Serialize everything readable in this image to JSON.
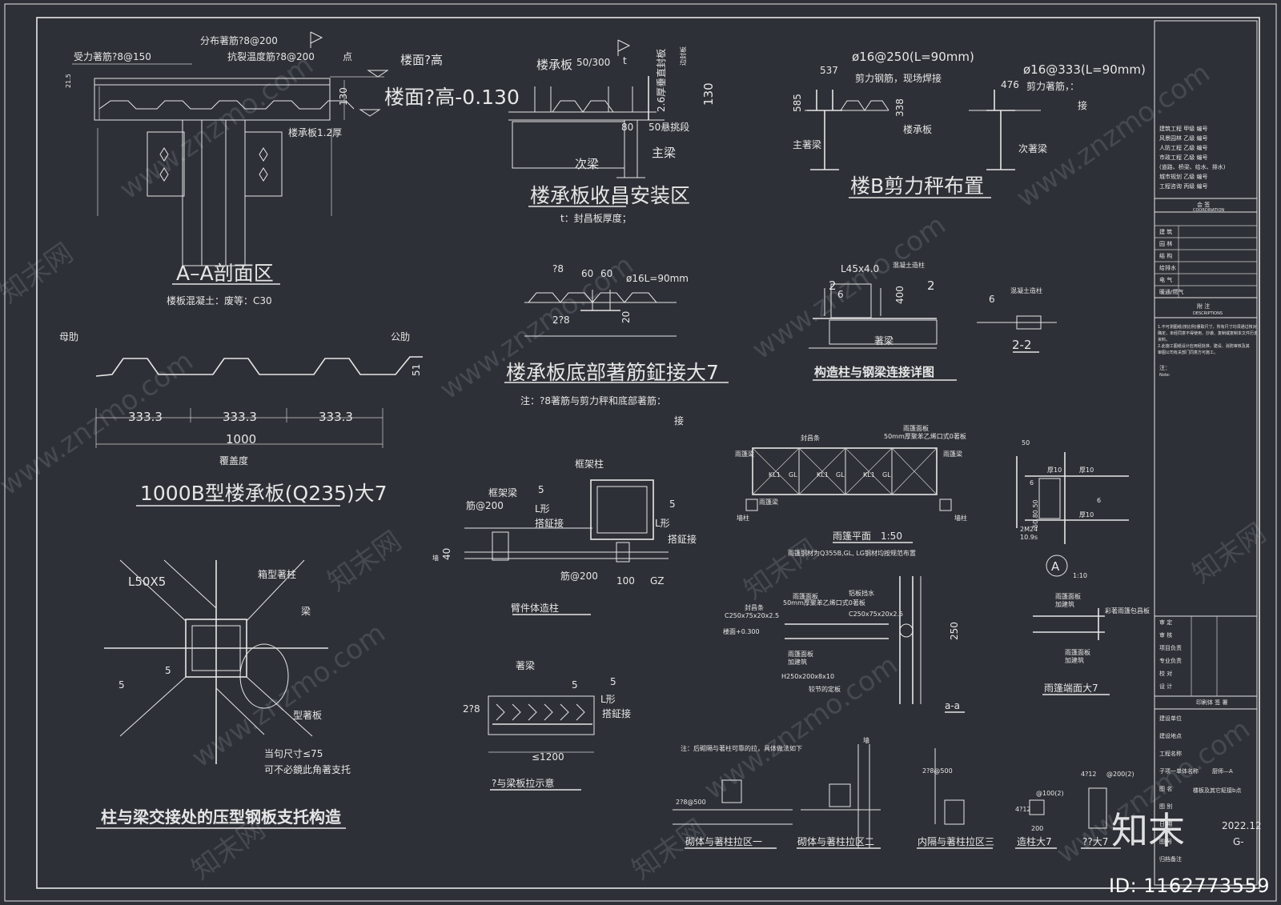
{
  "watermark": {
    "site": "www.znzmo.com",
    "brand": "知末网",
    "logo_text": "知末",
    "id_label": "ID: 1162773559"
  },
  "sec_aa": {
    "title": "A–A剖面区",
    "note": "楼板混凝土：废等：C30",
    "labels": [
      "受力著筋?8@150",
      "分布著筋?8@200",
      "抗裂温度筋?8@200",
      "点",
      "楼面?高",
      "楼面?高-0.130",
      "楼承板1.2厚",
      "130",
      "21.5"
    ]
  },
  "sec_edge": {
    "title": "楼承板收昌安装区",
    "note": "t：封昌板厚度；",
    "labels": [
      "楼承板",
      "50/300",
      "t",
      "2.6厚垂直封板",
      "130",
      "80",
      "50悬挑段",
      "次梁",
      "主梁",
      "边封板"
    ]
  },
  "sec_shear": {
    "title": "楼B剪力秤布置",
    "labels": [
      "ø16@250(L=90mm)",
      "537",
      "585",
      "剪力钢筋，现场焊接",
      "楼承板",
      "338",
      "主著梁",
      "ø16@333(L=90mm)",
      "476",
      "剪力著筋，：",
      "接",
      "次著梁"
    ]
  },
  "sec_bottom": {
    "title": "楼承板底部著筋鉦接大7",
    "note": "注：?8著筋与剪力秤和底部著筋：",
    "note2": "接",
    "labels": [
      "?8",
      "60",
      "60",
      "ø16L=90mm",
      "2?8",
      "20"
    ]
  },
  "sec_col": {
    "title": "构造柱与钢梁连接详图",
    "labels": [
      "混凝土造柱",
      "L45x4.0",
      "2",
      "2",
      "6",
      "400",
      "著梁",
      "混凝土造柱",
      "6",
      "2-2"
    ]
  },
  "sec_deck": {
    "title": "1000B型楼承板(Q235)大7",
    "left_label": "母肋",
    "right_label": "公肋",
    "dims": [
      "333.3",
      "333.3",
      "333.3"
    ],
    "total": "1000",
    "cover": "覆盖度",
    "height": "51"
  },
  "sec_box": {
    "title": "臂件体造柱",
    "labels": [
      "框架柱",
      "框架梁",
      "5",
      "L形",
      "5",
      "L形",
      "搭鉦接",
      "搭鉦接",
      "筋@200",
      "筋@200",
      "GZ",
      "100",
      "40",
      "墙"
    ]
  },
  "sec_canopy": {
    "title": "雨篷平面",
    "scale": "1:50",
    "labels": [
      "封昌条",
      "雨篷面板",
      "50mm厚聚苯乙烯口式0著板",
      "雨篷梁",
      "雨篷梁",
      "雨篷梁",
      "墙柱",
      "墙柱",
      "KL1",
      "GL",
      "KL1",
      "GL",
      "KL1",
      "GL"
    ],
    "note": "雨篷钢材为Q355B,GL, LG钢材均按规范布置"
  },
  "sec_joint": {
    "title": "A",
    "scale": "1:10",
    "labels": [
      "50",
      "厚10",
      "厚10",
      "厚10",
      "6",
      "6",
      "2M24",
      "10.9s",
      "50.80.50"
    ]
  },
  "sec_section": {
    "title": "a-a",
    "labels": [
      "雨篷面板",
      "50mm厚聚苯乙烯口式0著板",
      "封昌条",
      "C250x75x20x2.5",
      "C250x75x20x2.5",
      "铝板挡水",
      "雨篷面板",
      "加建筑",
      "H250x200x8x10",
      "较节的定板",
      "250",
      "楼面+0.300"
    ]
  },
  "sec_end": {
    "title": "雨篷端面大7",
    "labels": [
      "雨篷面板",
      "加建筑",
      "雨篷面板",
      "加建筑",
      "彩著雨篷包昌板"
    ]
  },
  "sec_support": {
    "title": "柱与梁交接处的压型钢板支托构造",
    "labels": [
      "L50X5",
      "箱型著柱",
      "梁",
      "型著板",
      "当句尺寸≤75",
      "可不必鏡此角著支托",
      "5",
      "5"
    ]
  },
  "sec_tie": {
    "title": "?与梁板拉示意",
    "labels": [
      "著梁",
      "5",
      "5",
      "L形",
      "搭鉦接",
      "2?8",
      "≤1200"
    ]
  },
  "sec_walls": {
    "note": "注：后砌隔与著柱可靠的拉，具体做法如下",
    "titles": [
      "砌体与著柱拉区一",
      "砌体与著柱拉区二",
      "内隔与著柱拉区三",
      "造柱大7",
      "??大7"
    ],
    "labels": [
      "墙",
      "2?8@500",
      "2?8@500",
      "200",
      "4?12",
      "4?12",
      "@100(2)",
      "@200(2)"
    ]
  },
  "title_block": {
    "quals": [
      "建筑工程  甲级  编号",
      "风景园林  乙级  编号",
      "人防工程  乙级  编号",
      "市政工程  乙级  编号",
      "(道路、桥梁、给水、排水)",
      "城市规划  乙级  编号",
      "工程咨询  丙级  编号"
    ],
    "coord_title": "会 签",
    "coord_sub": "COORDINATION",
    "coord_rows": [
      "建  筑",
      "园  林",
      "结  构",
      "给排水",
      "电  气",
      "暖通/燃气"
    ],
    "desc_title": "附  注",
    "desc_sub": "DESCRIPTIONS",
    "desc_text": [
      "1.不可测图纸(按比例)量取尺寸，所有尺寸均须通过核对",
      "确定，未经同意不得使用、抄袭、复制或复制本文件历史",
      "资料。",
      "2.此施工图纸设计应用经批准，建设、消防审核及其",
      "审图公司有关部门同意方可施工。"
    ],
    "note_label": "注：",
    "note_sub": "Note:",
    "approve_rows": [
      "审  定",
      "审  核",
      "项目负责",
      "专业负责",
      "校  对",
      "设  计"
    ],
    "sign": "印刷体    签  署",
    "proj_rows": [
      "建设单位",
      "建设地点",
      "工程名称",
      "子项一单体名称",
      "图  名",
      "图  别",
      "日  期",
      "图  号",
      "归档备注"
    ],
    "subproject": "厨师—A",
    "drawing_name": "楼板及其它鉦接b点",
    "date": "2022.12",
    "drawing_no": "G-"
  }
}
